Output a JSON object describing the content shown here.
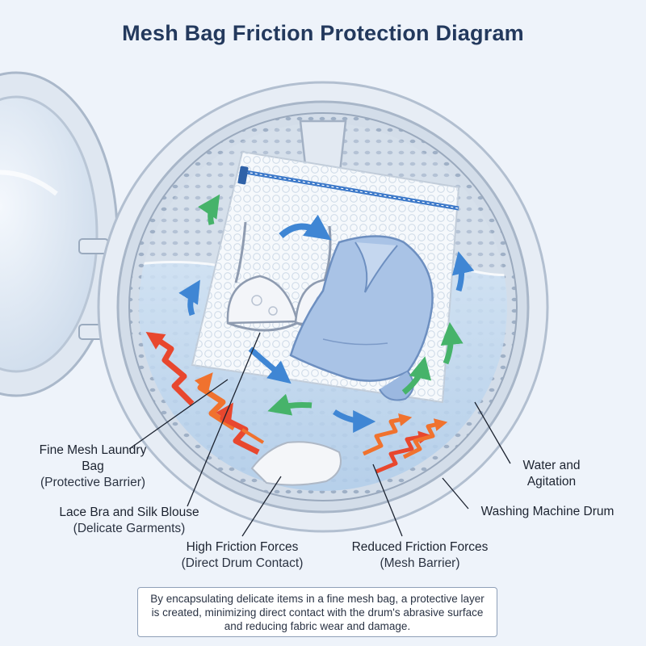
{
  "title": "Mesh Bag Friction Protection Diagram",
  "labels": {
    "mesh_bag": {
      "name": "Fine Mesh Laundry Bag",
      "sub": "(Protective Barrier)"
    },
    "garments": {
      "name": "Lace Bra and Silk Blouse",
      "sub": "(Delicate Garments)"
    },
    "high_friction": {
      "name": "High Friction Forces",
      "sub": "(Direct Drum Contact)"
    },
    "reduced_friction": {
      "name": "Reduced Friction Forces",
      "sub": "(Mesh Barrier)"
    },
    "water": {
      "name": "Water and Agitation"
    },
    "drum": {
      "name": "Washing Machine Drum"
    }
  },
  "caption": "By encapsulating delicate items in a fine mesh bag, a protective layer is created, minimizing direct contact with the drum's abrasive surface and reducing fabric wear and damage.",
  "colors": {
    "high_friction": "#e8472e",
    "reduced_friction": "#f0722e",
    "agitation_blue": "#3f86d4",
    "agitation_green": "#46b36a",
    "zipper": "#3b78c9",
    "water": "#bcd6ef"
  }
}
